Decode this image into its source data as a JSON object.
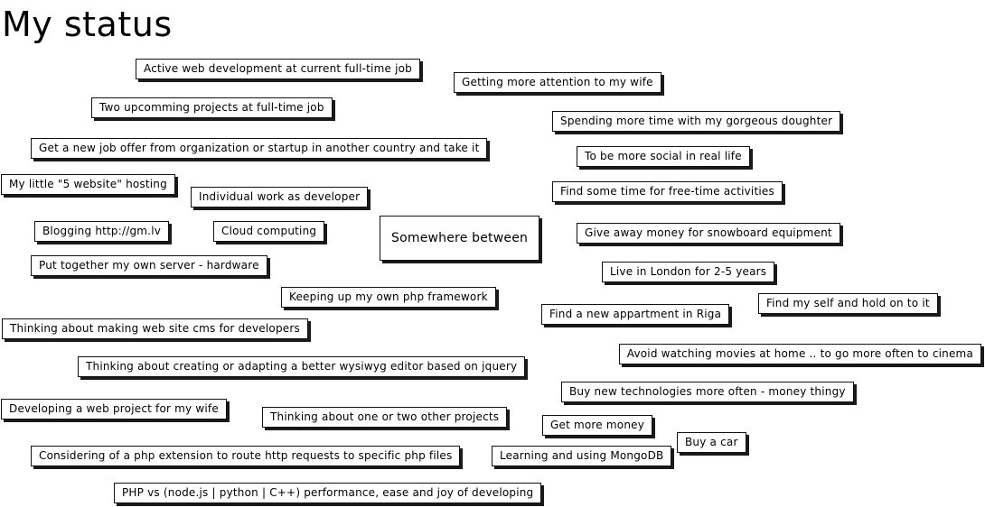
{
  "page": {
    "title": "My status"
  },
  "diagram": {
    "center": "Somewhere between",
    "left_nodes": [
      "Active web development at current full-time job",
      "Two upcomming projects at full-time job",
      "Get a new job offer from organization or startup in another country and take it",
      "My little \"5 website\" hosting",
      "Individual work as developer",
      "Blogging http://gm.lv",
      "Cloud computing",
      "Put together my own server - hardware",
      "Keeping up my own php framework",
      "Thinking about making web site cms for developers",
      "Thinking about creating or adapting a better wysiwyg editor based on jquery",
      "Developing a web project for my wife",
      "Thinking about one or two other projects",
      "Considering of a php extension to route http requests to specific php files",
      "PHP vs (node.js | python | C++) performance, ease and joy of developing"
    ],
    "right_nodes": [
      "Getting more attention to my wife",
      "Spending more time with my gorgeous doughter",
      "To be more social in real life",
      "Find some time for free-time activities",
      "Give away money for snowboard equipment",
      "Live in London for 2-5 years",
      "Find my self and hold on to it",
      "Find a new appartment in Riga",
      "Avoid watching movies at home .. to go more often to cinema",
      "Buy new technologies more often - money thingy",
      "Get more money",
      "Buy a car",
      "Learning and using MongoDB"
    ]
  }
}
